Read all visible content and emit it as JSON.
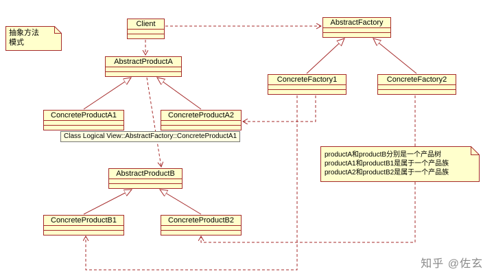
{
  "colors": {
    "background": "#FFFFFF",
    "box_fill": "#FFFFCC",
    "stroke": "#A52A2A",
    "note_fill": "#FFFFCC",
    "tooltip_fill": "#FFFFE1",
    "tooltip_border": "#767676",
    "watermark_color": "#8A8A8A"
  },
  "classes": {
    "client": "Client",
    "abstract_factory": "AbstractFactory",
    "abstract_product_a": "AbstractProductA",
    "concrete_factory1": "ConcreteFactory1",
    "concrete_factory2": "ConcreteFactory2",
    "concrete_product_a1": "ConcreteProductA1",
    "concrete_product_a2": "ConcreteProductA2",
    "abstract_product_b": "AbstractProductB",
    "concrete_product_b1": "ConcreteProductB1",
    "concrete_product_b2": "ConcreteProductB2"
  },
  "notes": {
    "pattern": {
      "lines": [
        "抽象方法",
        "模式"
      ]
    },
    "products": {
      "lines": [
        "productA和productB分别是一个产品树",
        "productA1和productB1是属于一个产品族",
        "productA2和productB2是属于一个产品族"
      ]
    }
  },
  "tooltip": "Class Logical View::AbstractFactory::ConcreteProductA1",
  "watermark": "知乎 @佐玄"
}
